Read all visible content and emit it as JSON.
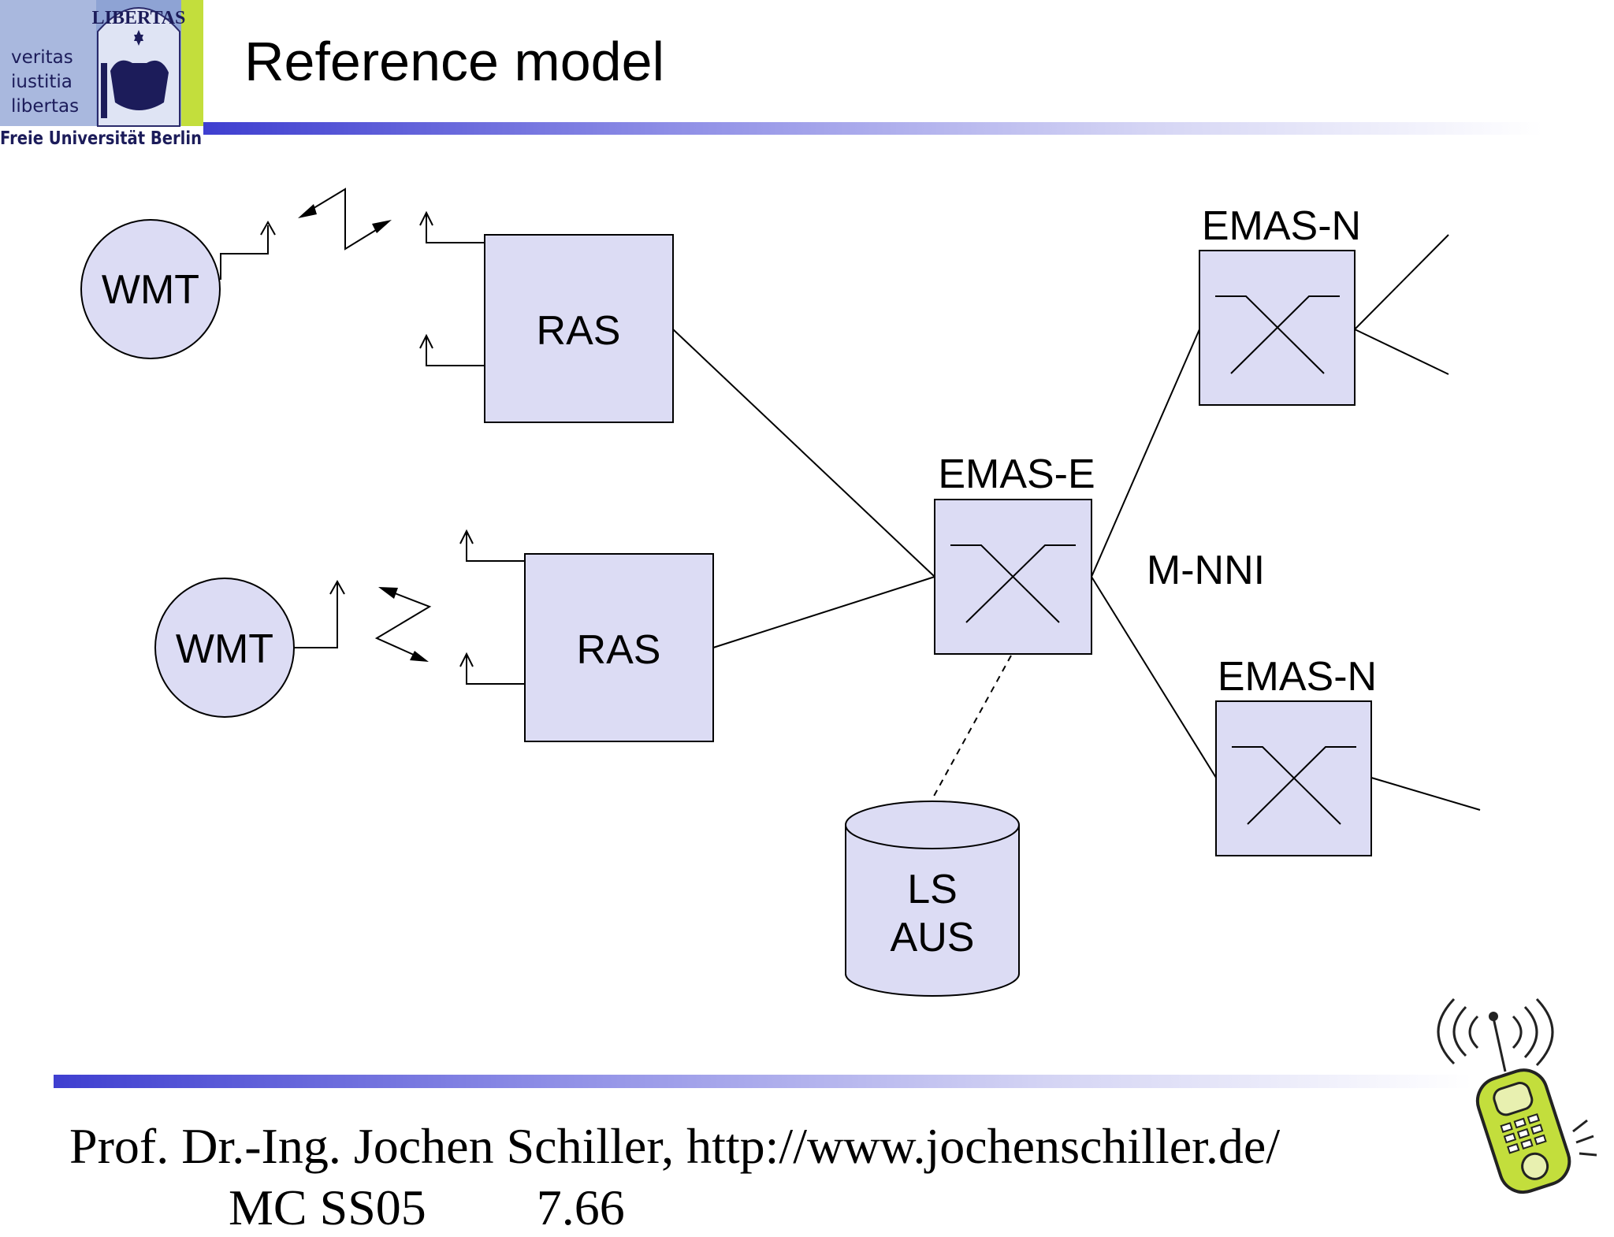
{
  "logo": {
    "motto": [
      "veritas",
      "iustitia",
      "libertas"
    ],
    "seal_text": "LIBERTAS",
    "university": "Freie Universität Berlin"
  },
  "title": "Reference model",
  "diagram": {
    "nodes": {
      "wmt_1": "WMT",
      "wmt_2": "WMT",
      "ras_1": "RAS",
      "ras_2": "RAS",
      "emas_e": "EMAS-E",
      "emas_n_1": "EMAS-N",
      "emas_n_2": "EMAS-N",
      "interface": "M-NNI",
      "database": [
        "LS",
        "AUS"
      ]
    }
  },
  "footer": {
    "author": "Prof. Dr.-Ing. Jochen Schiller, http://www.jochenschiller.de/",
    "course": "MC SS05",
    "page": "7.66"
  },
  "colors": {
    "node_fill": "#dcdcf4",
    "rule_start": "#3f3fd0",
    "logo_bg": "#a9b8de",
    "logo_accent": "#c3de3c"
  }
}
